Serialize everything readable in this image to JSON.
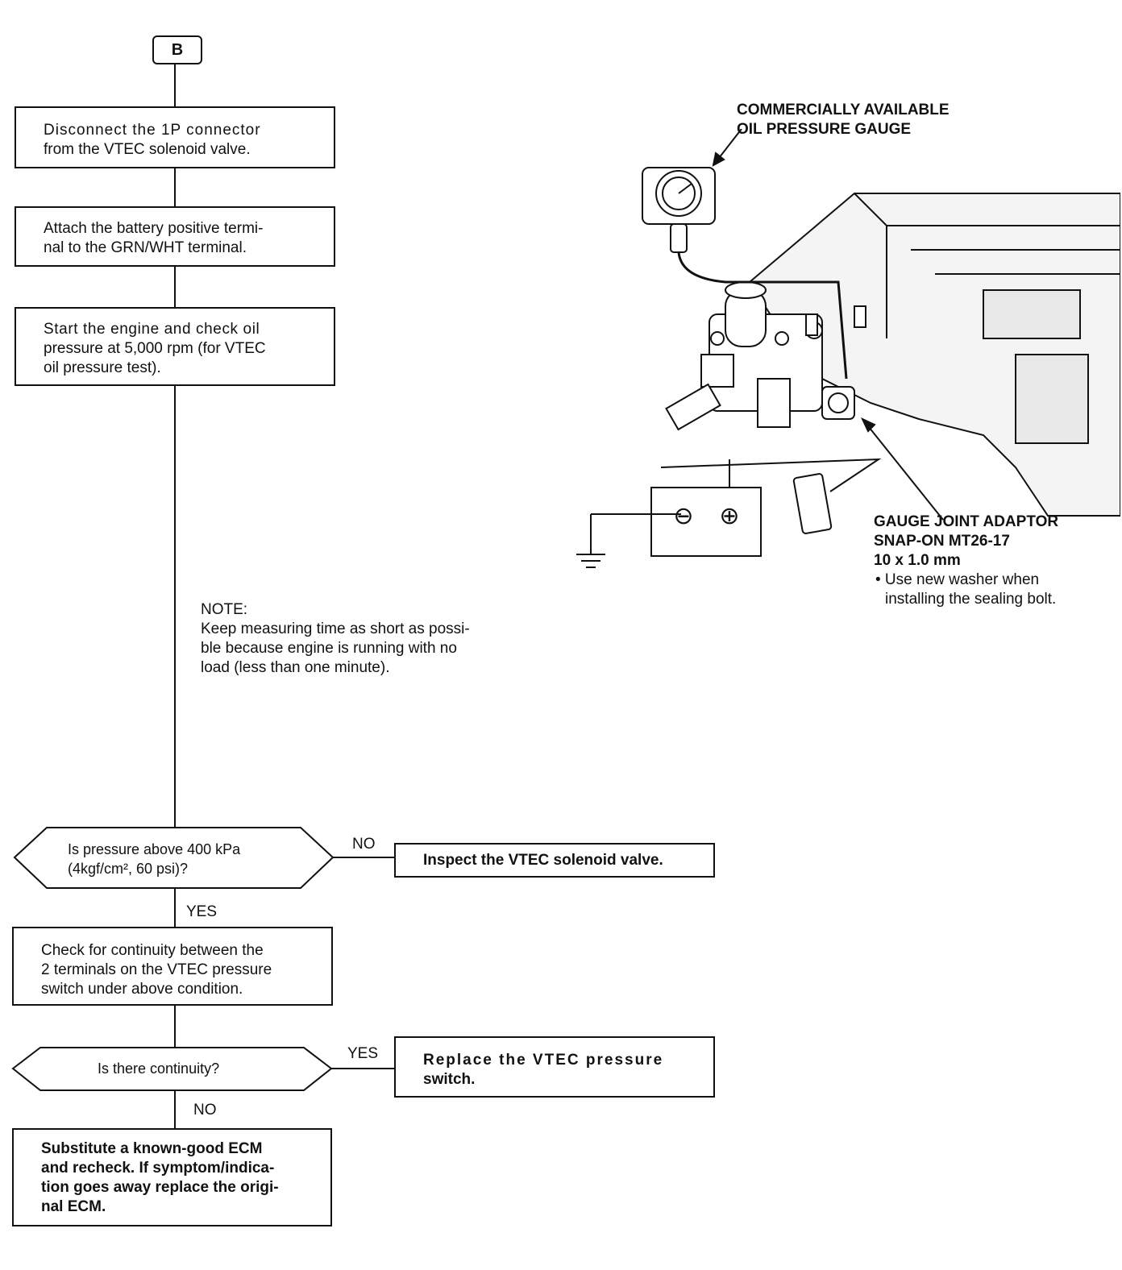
{
  "start_label": "B",
  "steps": {
    "disconnect": [
      "Disconnect the 1P connector",
      "from the VTEC solenoid valve."
    ],
    "attach": [
      "Attach the battery positive termi-",
      "nal to the GRN/WHT terminal."
    ],
    "start_engine": [
      "Start the engine and check oil",
      "pressure at 5,000 rpm (for VTEC",
      "oil pressure test)."
    ],
    "check_continuity": [
      "Check for continuity between the",
      "2 terminals on the VTEC pressure",
      "switch under above condition."
    ],
    "substitute_ecm": [
      "Substitute a known-good ECM",
      "and recheck. If symptom/indica-",
      "tion goes away replace the origi-",
      "nal ECM."
    ],
    "inspect_solenoid": [
      "Inspect the VTEC solenoid valve."
    ],
    "replace_switch": [
      "Replace the VTEC pressure",
      "switch."
    ]
  },
  "decisions": {
    "pressure": [
      "Is pressure above 400 kPa",
      "(4kgf/cm², 60 psi)?"
    ],
    "continuity": [
      "Is there continuity?"
    ]
  },
  "branch_labels": {
    "pressure_no": "NO",
    "pressure_yes": "YES",
    "continuity_yes": "YES",
    "continuity_no": "NO"
  },
  "note": {
    "title": "NOTE:",
    "lines": [
      "Keep measuring time as short as possi-",
      "ble because engine is running with no",
      "load (less than one minute)."
    ]
  },
  "illustration": {
    "gauge_callout": [
      "COMMERCIALLY AVAILABLE",
      "OIL PRESSURE GAUGE"
    ],
    "adaptor_callout": [
      "GAUGE JOINT ADAPTOR",
      "SNAP-ON MT26-17",
      "10 x 1.0 mm"
    ],
    "adaptor_note": [
      "• Use new washer when",
      "installing the sealing bolt."
    ],
    "battery_negative": "⊖",
    "battery_positive": "⊕"
  }
}
